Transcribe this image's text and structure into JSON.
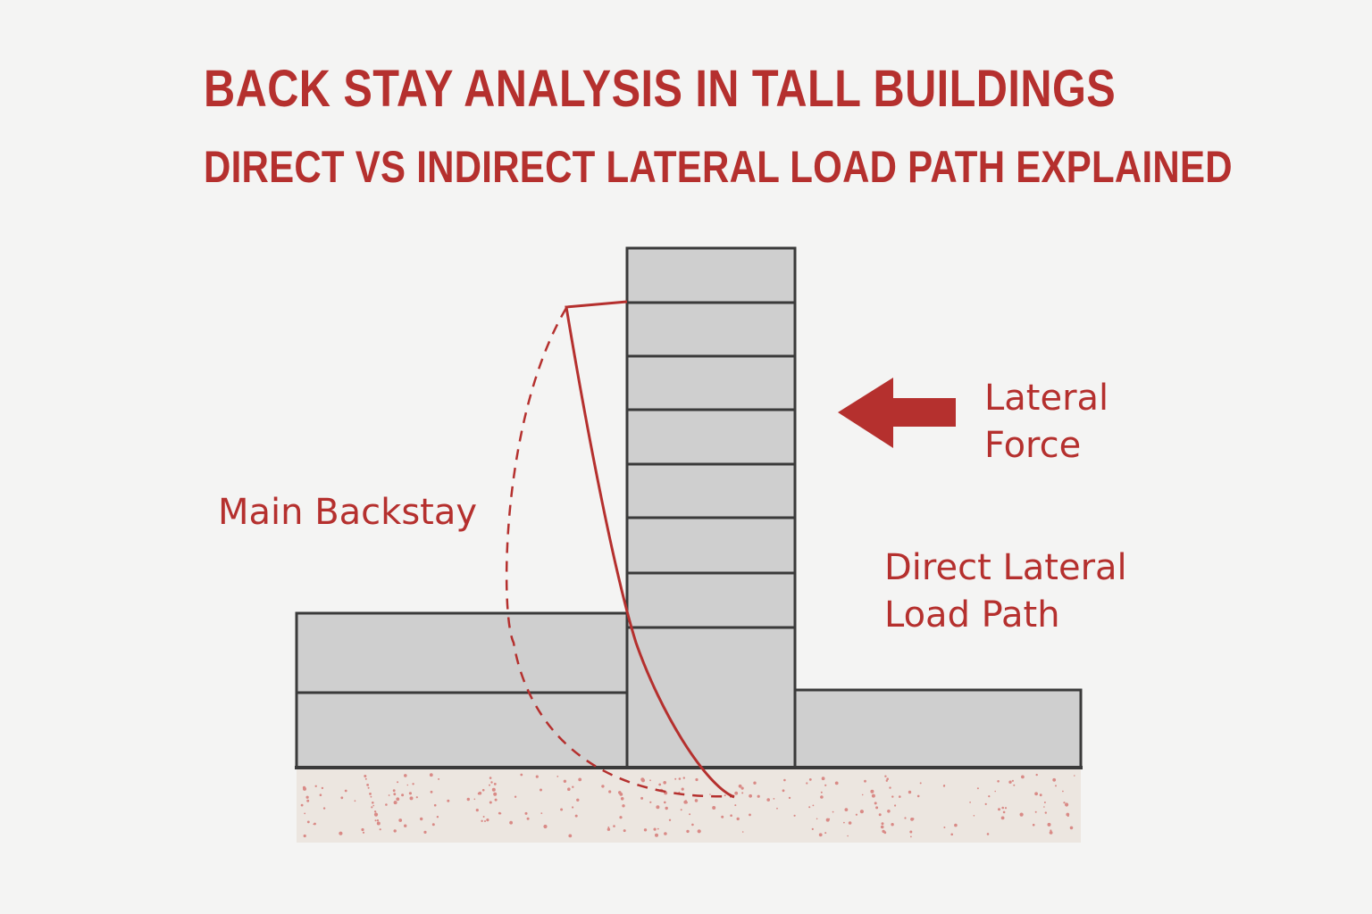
{
  "title": "BACK STAY ANALYSIS IN TALL BUILDINGS",
  "subtitle": "DIRECT VS INDIRECT LATERAL LOAD PATH EXPLAINED",
  "labels": {
    "lateral_force": [
      "Lateral",
      "Force"
    ],
    "main_backstay": "Main Backstay",
    "direct_load_path": [
      "Direct Lateral",
      "Load Path"
    ]
  },
  "colors": {
    "accent": "#b5302e",
    "building_fill": "#cfcfcf",
    "outline": "#3a3a3a",
    "ground": "#ece6e0",
    "background": "#f4f4f3"
  }
}
